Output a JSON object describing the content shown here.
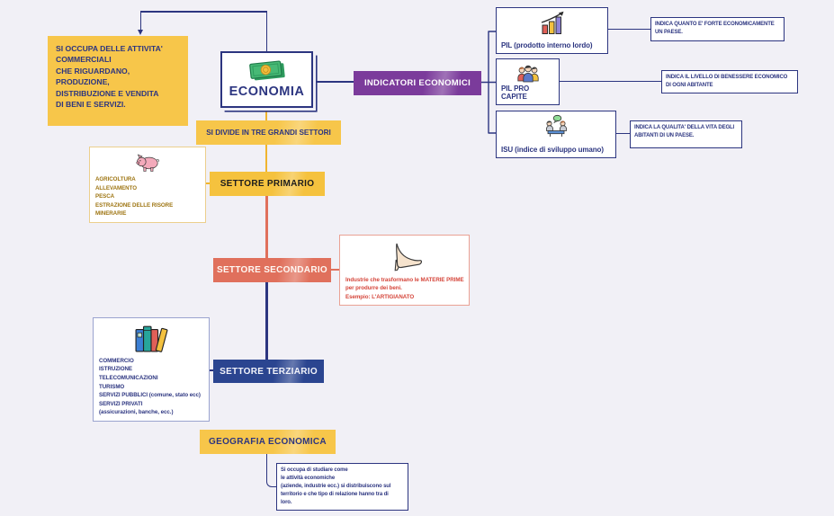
{
  "definition": {
    "text": "SI OCCUPA DELLE ATTIVITA'\nCOMMERCIALI\nCHE RIGUARDANO,\nPRODUZIONE,\nDISTRIBUZIONE E VENDITA\nDI BENI E SERVIZI."
  },
  "root": {
    "label": "ECONOMIA",
    "icon": "money-banknote-icon"
  },
  "indicators": {
    "label": "INDICATORI ECONOMICI",
    "items": [
      {
        "label": "PIL (prodotto interno lordo)",
        "icon": "bar-chart-icon",
        "note": "INDICA QUANTO E' FORTE ECONOMICAMENTE\nUN PAESE."
      },
      {
        "label": "PIL PRO CAPITE",
        "icon": "people-group-icon",
        "note": "INDICA IL LIVELLO DI BENESSERE ECONOMICO\nDI OGNI ABITANTE"
      },
      {
        "label": "ISU (indice di sviluppo umano)",
        "icon": "meeting-discussion-icon",
        "note": "INDICA LA QUALITA' DELLA VITA DEGLI\nABITANTI DI UN PAESE."
      }
    ]
  },
  "sectors": {
    "divider_label": "SI DIVIDE IN TRE GRANDI SETTORI",
    "primary": {
      "label": "SETTORE PRIMARIO",
      "icon": "pig-icon",
      "detail": "AGRICOLTURA\nALLEVAMENTO\nPESCA\nESTRAZIONE DELLE RISORE MINERARIE"
    },
    "secondary": {
      "label": "SETTORE SECONDARIO",
      "icon": "high-heel-shoe-icon",
      "detail": "Industrie  che trasformano le MATERIE PRIME\n per produrre dei beni.\nEsempio: L'ARTIGIANATO"
    },
    "tertiary": {
      "label": "SETTORE TERZIARIO",
      "icon": "books-icon",
      "detail": "COMMERCIO\nISTRUZIONE\nTELECOMUNICAZIONI\nTURISMO\nSERVIZI PUBBLICI (comune, stato ecc)\nSERVIZI PRIVATI\n(assicurazioni, banche, ecc.)"
    }
  },
  "geography": {
    "label": "GEOGRAFIA ECONOMICA",
    "detail": "Si occupa di studiare come\nle attività economiche\n(aziende, industrie ecc.) si distribuiscono sul\nterritorio e che tipo di relazione hanno tra di\nloro."
  },
  "colors": {
    "background": "#f1f0f6",
    "navy": "#2c3580",
    "yellow": "#f7c64a",
    "spine_yellow": "#f0b42e",
    "purple": "#7b3b9b",
    "salmon": "#e0705c",
    "dark_blue": "#2b4590",
    "pig_pink": "#f4aabb",
    "primary_detail_text": "#9e7512",
    "secondary_detail_text": "#d5453a"
  }
}
